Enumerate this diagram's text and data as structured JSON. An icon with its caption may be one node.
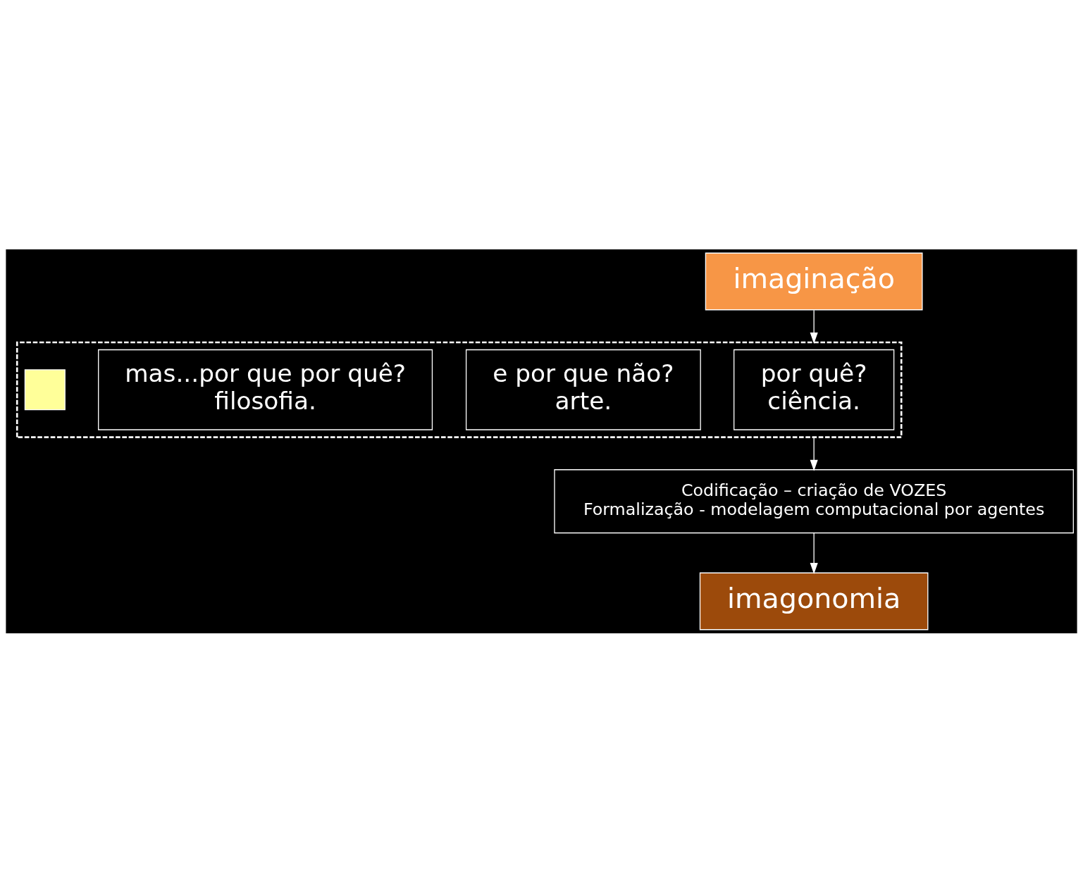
{
  "diagram": {
    "nodes": [
      {
        "text": [
          "imaginação"
        ]
      },
      {
        "text": [],
        "shape": "box"
      },
      {
        "text": [
          "por quê?",
          "ciência."
        ],
        "in": 1
      },
      {
        "text": [
          "e por que não?",
          "arte."
        ],
        "in": 1
      },
      {
        "text": [
          "mas...por que por quê?",
          "filosofia."
        ],
        "in": 1
      },
      {
        "text": [],
        "shape": "box",
        "in": 1
      },
      {
        "text": [
          "Codificação – criação de VOZES",
          "Formalização - modelagem computacional por agentes"
        ]
      },
      {
        "text": [
          "imagonomia"
        ]
      }
    ],
    "edges": [
      {
        "from": 0,
        "to": 1,
        "arrow": "to"
      },
      {
        "from": 1,
        "to": 6,
        "arrow": "to"
      },
      {
        "from": 6,
        "to": 7,
        "arrow": "to"
      }
    ]
  }
}
